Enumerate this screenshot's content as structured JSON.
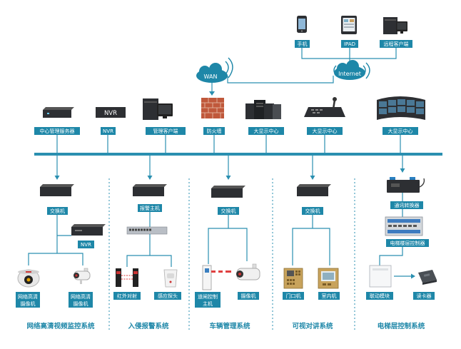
{
  "remote": {
    "phone": "手机",
    "ipad": "IPAD",
    "remote_client": "远程客户端",
    "internet": "Internet",
    "wan": "WAN"
  },
  "top_row": {
    "central_server": "中心管理服务器",
    "nvr": "NVR",
    "nvr_device_text": "NVR",
    "mgmt_client": "管理客户端",
    "firewall": "防火墙",
    "big_display_1": "大显示中心",
    "big_display_2": "大显示中心",
    "big_display_3": "大显示中心"
  },
  "cctv": {
    "switch": "交换机",
    "nvr": "NVR",
    "camera1": [
      "网络高清",
      "摄像机"
    ],
    "camera2": [
      "网络高清",
      "摄像机"
    ],
    "title": "网络高清视频监控系统"
  },
  "intrusion": {
    "alarm_host": "报警主机",
    "ir_beam": "红外对射",
    "sensor": "感应探头",
    "title": "入侵报警系统"
  },
  "vehicle": {
    "switch": "交换机",
    "barrier": [
      "道闸控制",
      "主机"
    ],
    "camera": "摄像机",
    "title": "车辆管理系统"
  },
  "intercom": {
    "switch": "交换机",
    "door_unit": "门口机",
    "indoor_unit": "室内机",
    "title": "可视对讲系统"
  },
  "elevator": {
    "converter": "通讯转换器",
    "controller": "电梯楼层控制器",
    "linkage": "联动模块",
    "reader": "读卡器",
    "title": "电梯层控制系统"
  },
  "colors": {
    "accent": "#1e87a8",
    "bus": "#2a8fb0"
  }
}
